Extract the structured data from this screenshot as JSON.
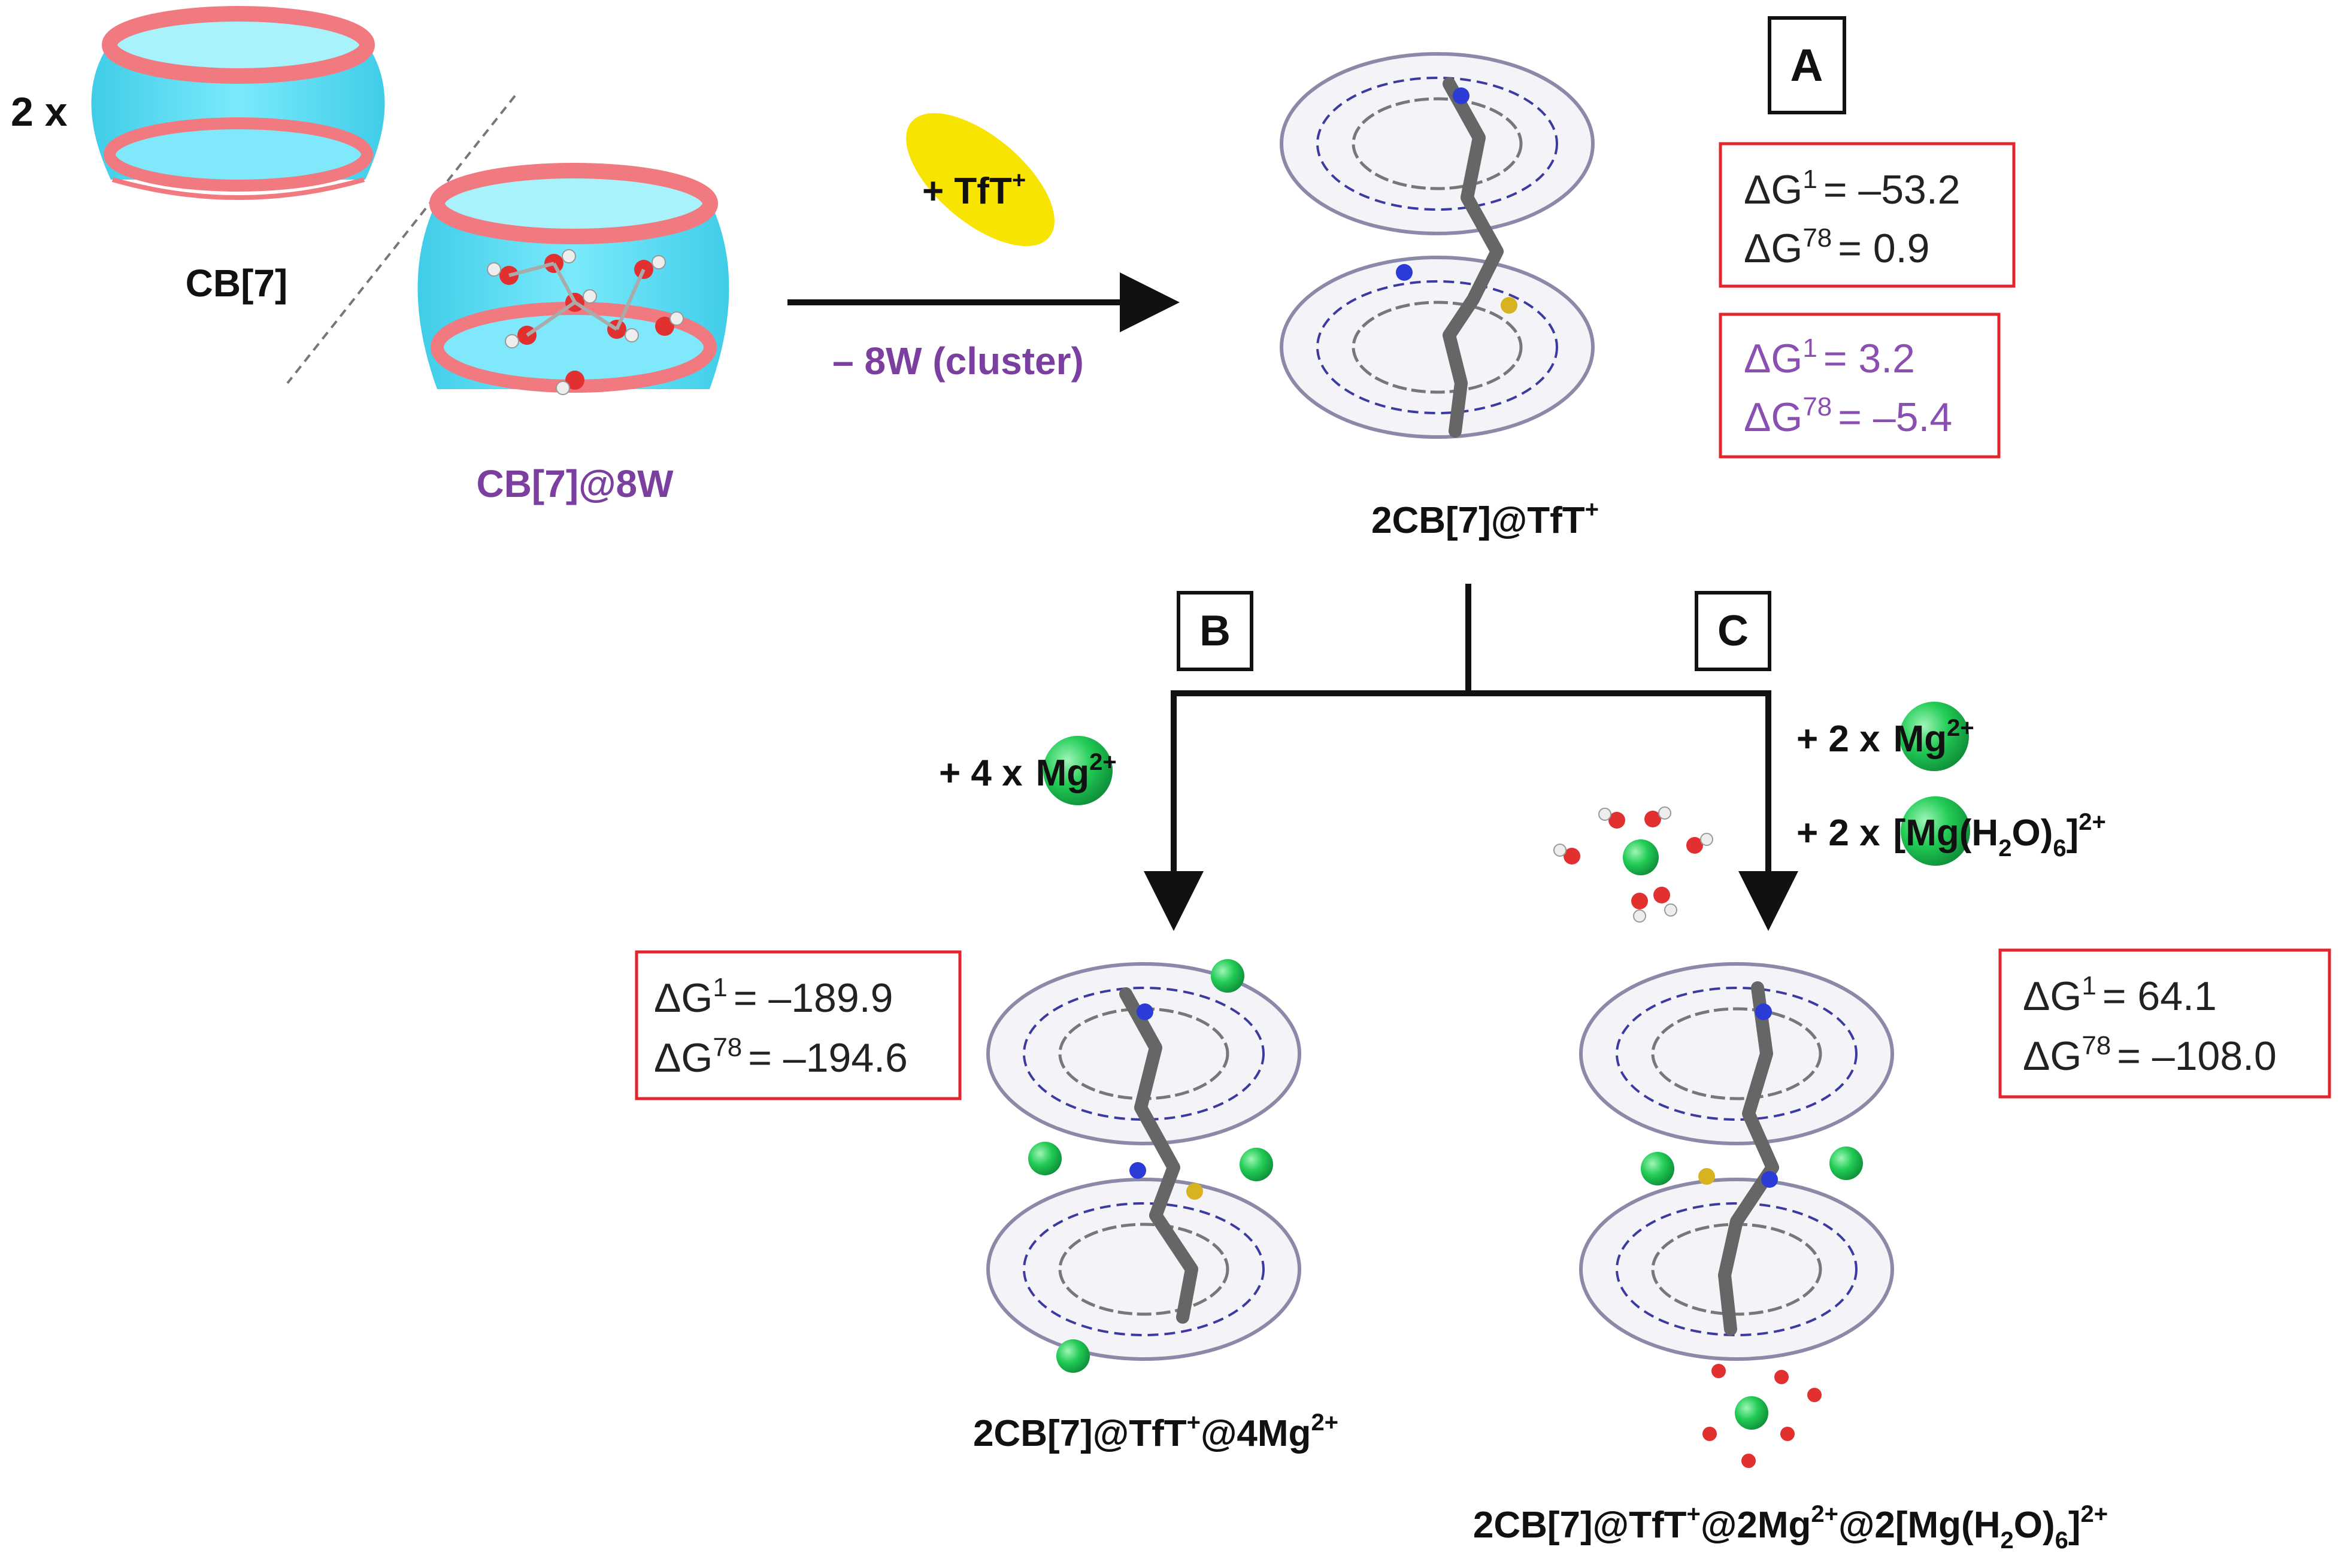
{
  "reactants": {
    "multiplier": "2 x",
    "cb7_label": "CB[7]",
    "cb7_water_label": "CB[7]@8W"
  },
  "reaction": {
    "guest": "+ TfT",
    "guest_charge": "+",
    "removed": "– 8W (cluster)"
  },
  "product_a": {
    "tag": "A",
    "name": "2CB[7]@TfT",
    "name_charge": "+",
    "energies_black": [
      {
        "symbol": "ΔG",
        "sup": "1",
        "value": "= –53.2"
      },
      {
        "symbol": "ΔG",
        "sup": "78",
        "value": "= 0.9"
      }
    ],
    "energies_purple": [
      {
        "symbol": "ΔG",
        "sup": "1",
        "value": "= 3.2"
      },
      {
        "symbol": "ΔG",
        "sup": "78",
        "value": "= –5.4"
      }
    ]
  },
  "branch_b": {
    "tag": "B",
    "reagent_prefix": "+ 4 x",
    "reagent_ion": "Mg",
    "reagent_charge": "2+",
    "energies": [
      {
        "symbol": "ΔG",
        "sup": "1",
        "value": "= –189.9"
      },
      {
        "symbol": "ΔG",
        "sup": "78",
        "value": "= –194.6"
      }
    ],
    "product_name": "2CB[7]@TfT",
    "product_charge1": "+",
    "product_mid": "@4Mg",
    "product_charge2": "2+"
  },
  "branch_c": {
    "tag": "C",
    "reagent1_prefix": "+ 2 x",
    "reagent1_ion": "Mg",
    "reagent1_charge": "2+",
    "reagent2_prefix": "+ 2 x",
    "reagent2_ion": "[Mg(H",
    "reagent2_sub1": "2",
    "reagent2_mid": "O)",
    "reagent2_sub2": "6",
    "reagent2_end": "]",
    "reagent2_charge": "2+",
    "energies": [
      {
        "symbol": "ΔG",
        "sup": "1",
        "value": "= 64.1"
      },
      {
        "symbol": "ΔG",
        "sup": "78",
        "value": "= –108.0"
      }
    ],
    "product_a": "2CB[7]@TfT",
    "product_c1": "+",
    "product_b": "@2Mg",
    "product_c2": "2+",
    "product_c": "@2[Mg(H",
    "product_s1": "2",
    "product_d": "O)",
    "product_s2": "6",
    "product_e": "]",
    "product_c3": "2+"
  },
  "colors": {
    "cb_body": "#3fd8f0",
    "cb_rim": "#f07a80",
    "energy_box": "#e2262b",
    "purple_text": "#7b3fa0",
    "mg_ion": "#22cc55",
    "tft_ellipse": "#f7e400"
  }
}
